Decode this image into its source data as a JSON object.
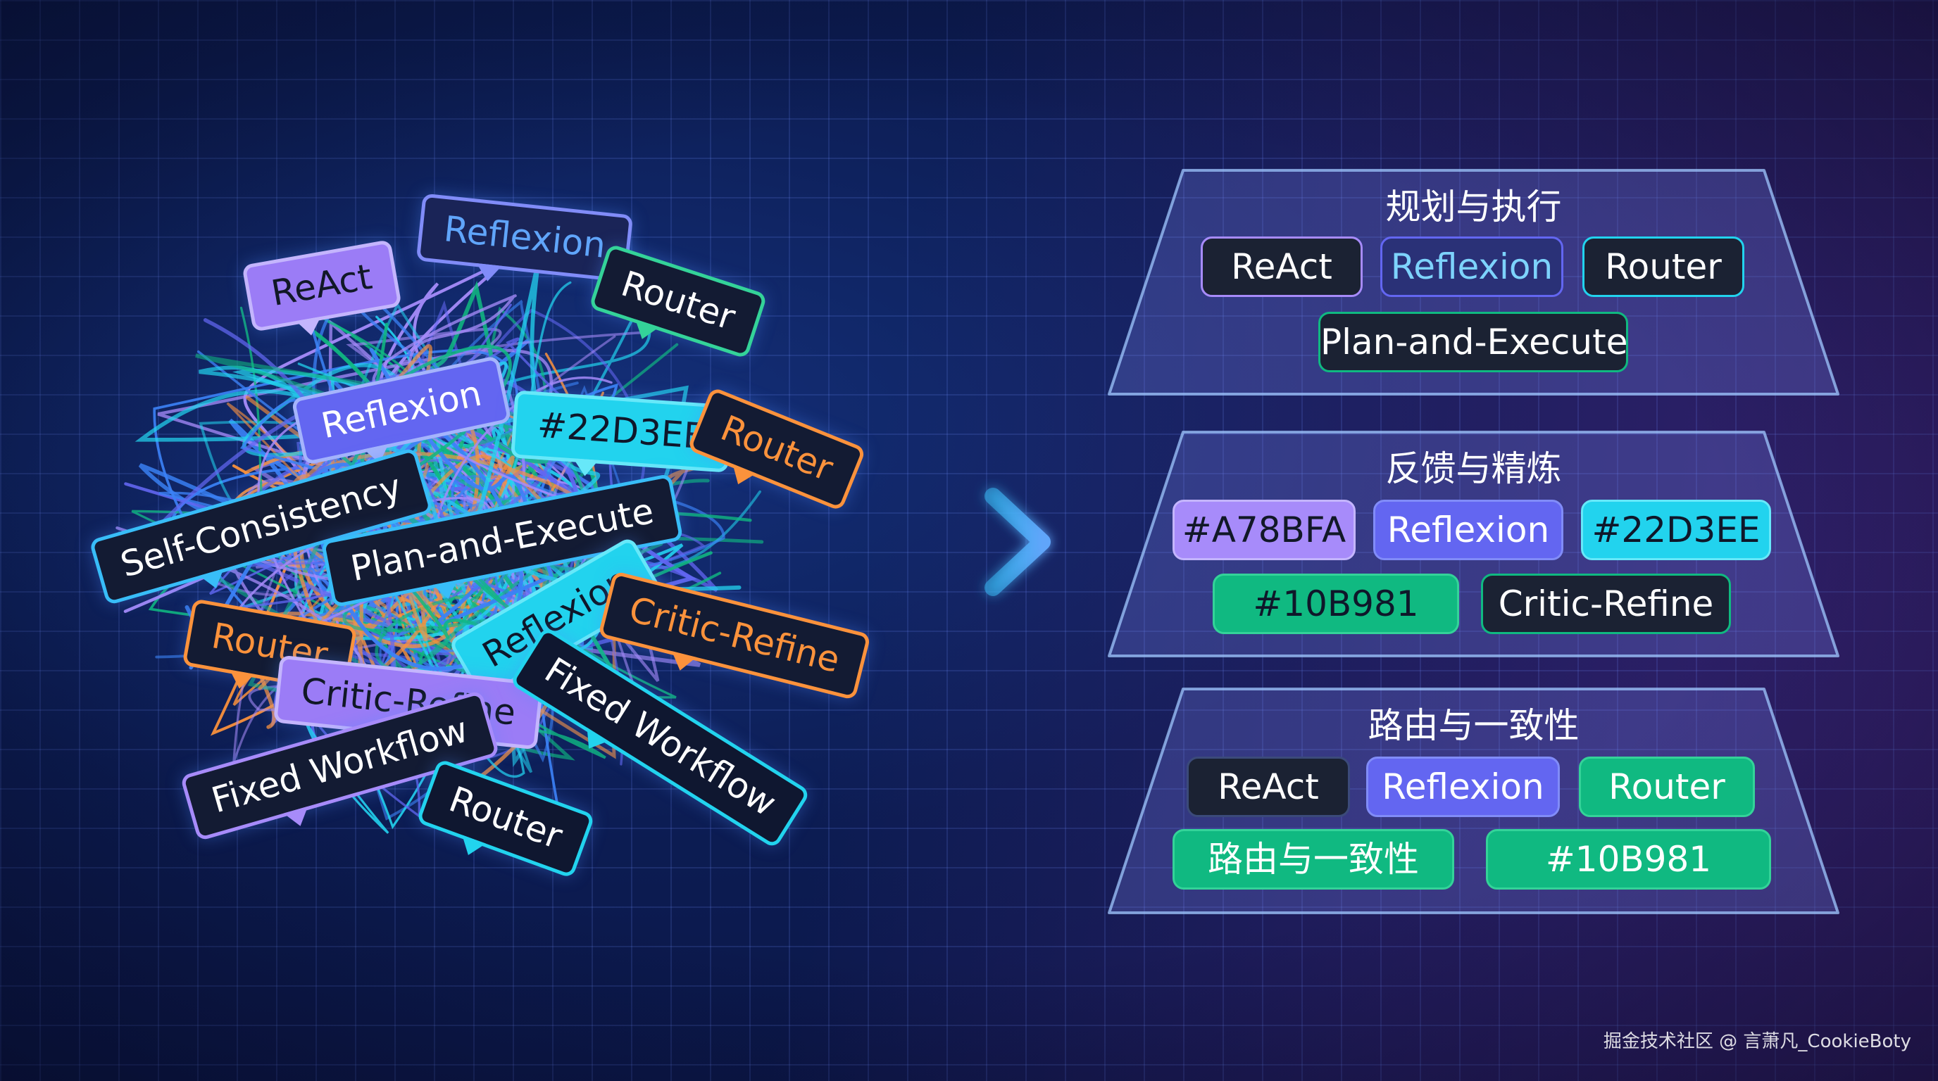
{
  "colors": {
    "purple": "#A78BFA",
    "indigo": "#6366F1",
    "cyan": "#22D3EE",
    "green": "#10B981",
    "orange": "#FB923C"
  },
  "chaos_tags": [
    "Reflexion",
    "ReAct",
    "Router",
    "Reflexion",
    "#22D3EE",
    "Router",
    "Self-Consistency",
    "Plan-and-Execute",
    "Reflexion",
    "Critic-Refine",
    "Router",
    "Critic-Refine",
    "Fixed Workflow",
    "Fixed Workflow",
    "Router"
  ],
  "layers": [
    {
      "title": "规划与执行",
      "pills": [
        "ReAct",
        "Reflexion",
        "Router",
        "Plan-and-Execute"
      ]
    },
    {
      "title": "反馈与精炼",
      "pills": [
        "#A78BFA",
        "Reflexion",
        "#22D3EE",
        "#10B981",
        "Critic-Refine"
      ]
    },
    {
      "title": "路由与一致性",
      "pills": [
        "ReAct",
        "Reflexion",
        "Router",
        "路由与一致性",
        "#10B981"
      ]
    }
  ],
  "watermark": "掘金技术社区 @ 言萧凡_CookieBoty"
}
